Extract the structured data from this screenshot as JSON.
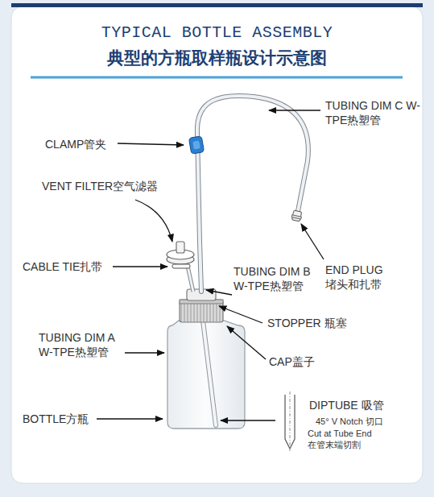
{
  "diagram": {
    "title": "TYPICAL BOTTLE ASSEMBLY",
    "labels": [
      "典型的方瓶取样瓶设计示意图",
      "TUBING DIM C W-TPE热塑管",
      "CLAMP管夹",
      "VENT FILTER空气滤器",
      "CABLE TIE扎带",
      "TUBING DIM B W-TPE热塑管",
      "END PLUG 堵头和扎带",
      "STOPPER 瓶塞",
      "CAP盖子",
      "TUBING DIM A W-TPE热塑管",
      "BOTTLE方瓶",
      "DIPTUBE 吸管",
      "45° V Notch 切口",
      "Cut at Tube End 在管末端切割"
    ]
  }
}
